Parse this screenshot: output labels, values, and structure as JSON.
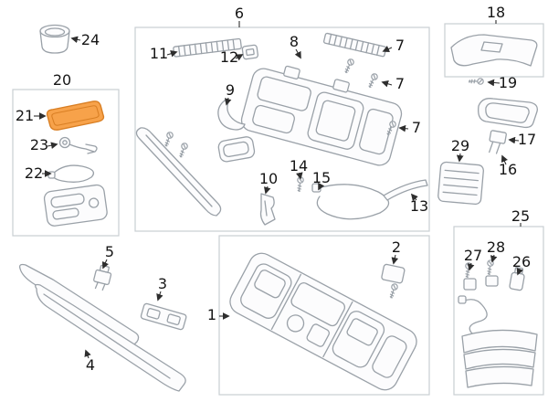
{
  "diagram": {
    "colors": {
      "background": "#ffffff",
      "line": "#9aa1a8",
      "group_box": "#c9ced3",
      "label_text": "#161616"
    },
    "highlight": {
      "part": "21",
      "fill": "#f7a24a",
      "stroke": "#d97f24"
    },
    "callouts": [
      {
        "label": "24"
      },
      {
        "label": "6"
      },
      {
        "label": "18"
      },
      {
        "label": "11"
      },
      {
        "label": "12"
      },
      {
        "label": "8"
      },
      {
        "label": "7"
      },
      {
        "label": "7"
      },
      {
        "label": "7"
      },
      {
        "label": "19"
      },
      {
        "label": "20"
      },
      {
        "label": "21"
      },
      {
        "label": "9"
      },
      {
        "label": "17"
      },
      {
        "label": "16"
      },
      {
        "label": "29"
      },
      {
        "label": "23"
      },
      {
        "label": "22"
      },
      {
        "label": "10"
      },
      {
        "label": "14"
      },
      {
        "label": "15"
      },
      {
        "label": "13"
      },
      {
        "label": "25"
      },
      {
        "label": "5"
      },
      {
        "label": "2"
      },
      {
        "label": "27"
      },
      {
        "label": "28"
      },
      {
        "label": "26"
      },
      {
        "label": "3"
      },
      {
        "label": "1"
      },
      {
        "label": "4"
      }
    ]
  }
}
